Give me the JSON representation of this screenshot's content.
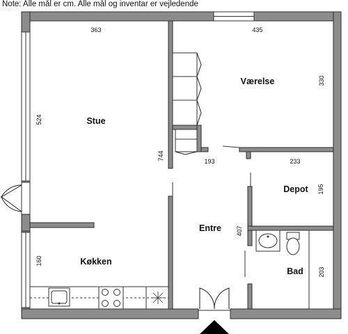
{
  "note": "Note: Alle mål er cm. Alle mål og inventar er vejledende",
  "rooms": {
    "stue": "Stue",
    "vaerelse": "Værelse",
    "koekken": "Køkken",
    "entre": "Entre",
    "depot": "Depot",
    "bad": "Bad"
  },
  "dimensions": {
    "stue_width": "363",
    "stue_depth": "524",
    "stue_total": "744",
    "vaerelse_width": "435",
    "vaerelse_depth": "330",
    "entre_width": "193",
    "entre_depth": "407",
    "depot_width": "233",
    "depot_depth": "195",
    "koekken_depth": "160",
    "bad_depth": "203"
  }
}
